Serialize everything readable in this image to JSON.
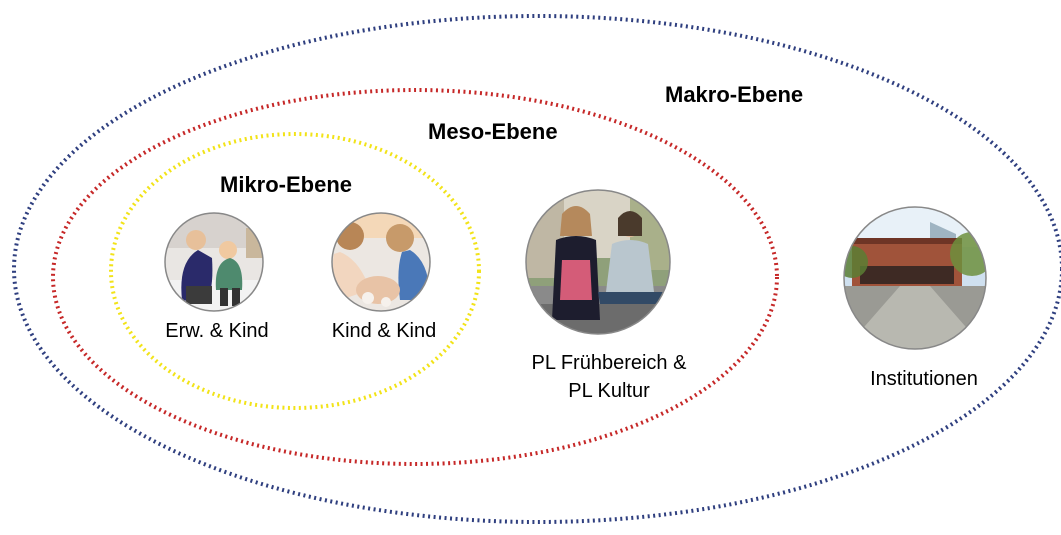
{
  "levels": {
    "makro": {
      "title": "Makro-Ebene",
      "color": "#2f3f7f"
    },
    "meso": {
      "title": "Meso-Ebene",
      "color": "#c62828"
    },
    "mikro": {
      "title": "Mikro-Ebene",
      "color": "#f2e318"
    }
  },
  "nodes": [
    {
      "id": "erw-kind",
      "label_lines": [
        "Erw. & Kind"
      ],
      "photo": "adult-and-child-photo"
    },
    {
      "id": "kind-kind",
      "label_lines": [
        "Kind & Kind"
      ],
      "photo": "children-playing-photo"
    },
    {
      "id": "pl",
      "label_lines": [
        "PL Frühbereich &",
        "PL Kultur"
      ],
      "photo": "two-women-photo"
    },
    {
      "id": "inst",
      "label_lines": [
        "Institutionen"
      ],
      "photo": "building-photo"
    }
  ]
}
